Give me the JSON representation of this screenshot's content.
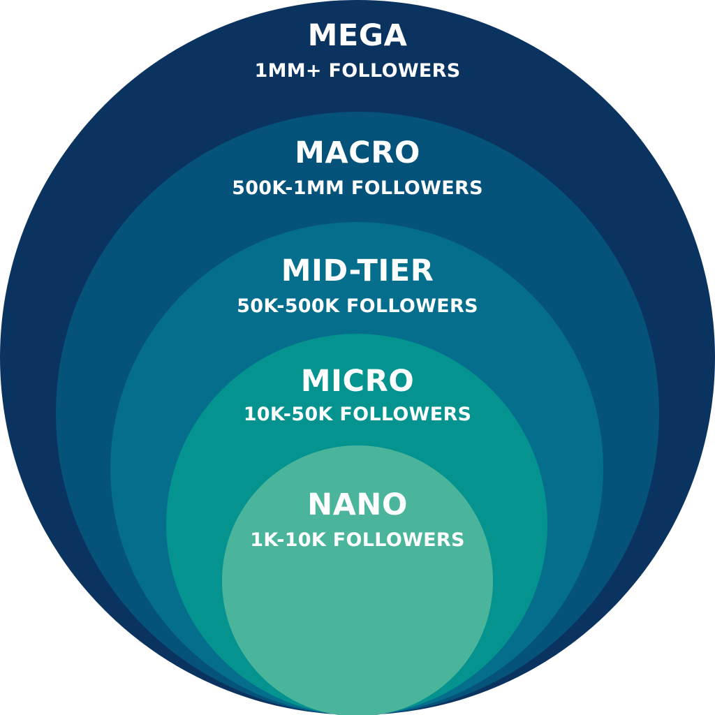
{
  "tiers": [
    {
      "name": "MEGA",
      "range": "1MM+ FOLLOWERS",
      "color": "#0B3360"
    },
    {
      "name": "MACRO",
      "range": "500K-1MM FOLLOWERS",
      "color": "#05527A"
    },
    {
      "name": "MID-TIER",
      "range": "50K-500K FOLLOWERS",
      "color": "#056E8D"
    },
    {
      "name": "MICRO",
      "range": "10K-50K FOLLOWERS",
      "color": "#04938F"
    },
    {
      "name": "NANO",
      "range": "1K-10K FOLLOWERS",
      "color": "#4AB59B"
    }
  ]
}
